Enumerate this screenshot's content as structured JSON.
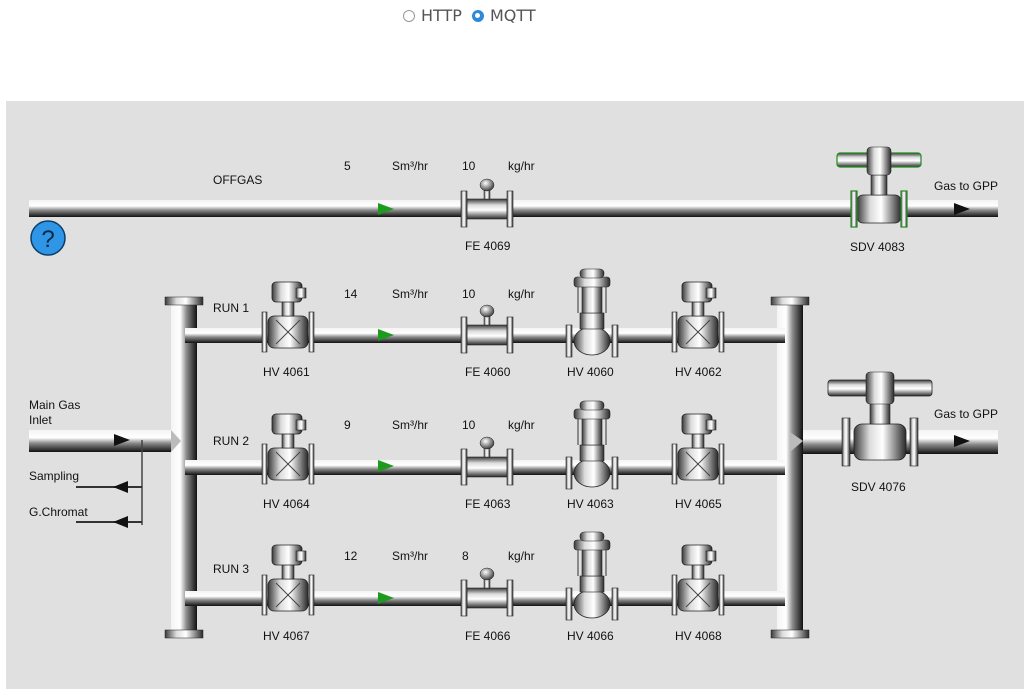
{
  "protocol": {
    "options": [
      {
        "label": "HTTP",
        "selected": false
      },
      {
        "label": "MQTT",
        "selected": true
      }
    ]
  },
  "offgas": {
    "line_label": "OFFGAS",
    "flow_value": "5",
    "flow_unit": "Sm³/hr",
    "mass_value": "10",
    "mass_unit": "kg/hr",
    "meter_tag": "FE 4069",
    "valve_tag": "SDV 4083",
    "outlet_label": "Gas to GPP"
  },
  "runs": [
    {
      "label": "RUN 1",
      "flow_value": "14",
      "flow_unit": "Sm³/hr",
      "mass_value": "10",
      "mass_unit": "kg/hr",
      "valve_in": "HV 4061",
      "meter": "FE 4060",
      "control_valve": "HV 4060",
      "valve_out": "HV 4062"
    },
    {
      "label": "RUN 2",
      "flow_value": "9",
      "flow_unit": "Sm³/hr",
      "mass_value": "10",
      "mass_unit": "kg/hr",
      "valve_in": "HV 4064",
      "meter": "FE 4063",
      "control_valve": "HV 4063",
      "valve_out": "HV 4065"
    },
    {
      "label": "RUN 3",
      "flow_value": "12",
      "flow_unit": "Sm³/hr",
      "mass_value": "8",
      "mass_unit": "kg/hr",
      "valve_in": "HV 4067",
      "meter": "FE 4066",
      "control_valve": "HV 4066",
      "valve_out": "HV 4068"
    }
  ],
  "inlet": {
    "label_line1": "Main Gas",
    "label_line2": "Inlet"
  },
  "sampling": {
    "label": "Sampling"
  },
  "chromat": {
    "label": "G.Chromat"
  },
  "outlet": {
    "valve_tag": "SDV 4076",
    "label": "Gas to GPP"
  },
  "help_icon": "question-icon",
  "colors": {
    "flow_arrow": "#1e9a1e",
    "help_button": "#2f95e6",
    "background": "#e0e0e0",
    "valve_status": "#1e8a1e"
  }
}
